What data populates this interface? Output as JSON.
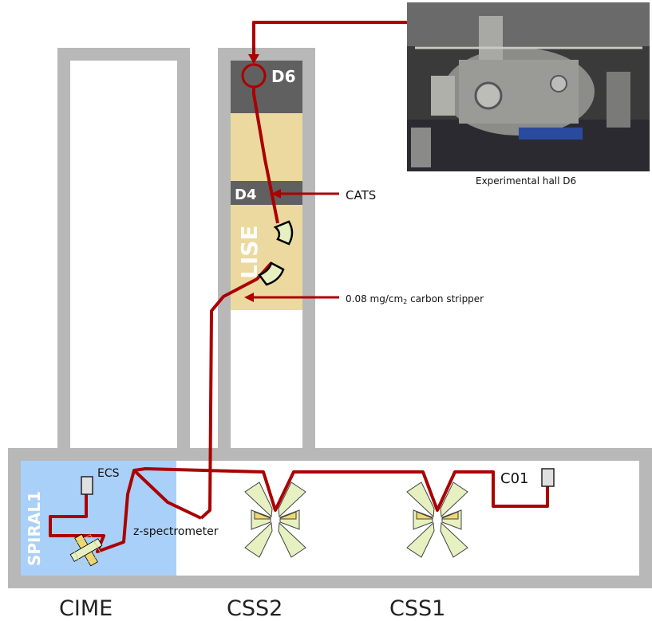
{
  "labels": {
    "d6": "D6",
    "d4": "D4",
    "lise": "LISE",
    "cats": "CATS",
    "stripper_prefix": "0.08 mg/cm",
    "stripper_sub": "2",
    "stripper_suffix": " carbon stripper",
    "experimental_hall": "Experimental hall D6",
    "spiral1": "SPIRAL1",
    "ecs": "ECS",
    "z_spectrometer": "z-spectrometer",
    "c01": "C01",
    "cime": "CIME",
    "css2": "CSS2",
    "css1": "CSS1"
  },
  "colors": {
    "wall": "#b8b8b8",
    "beam": "#aa0000",
    "lise_band": "#ecd9a0",
    "dark_section": "#606060",
    "spiral_bg": "#a9d0f8",
    "sector": "#e6f0c0",
    "sector_core": "#f0d870"
  }
}
